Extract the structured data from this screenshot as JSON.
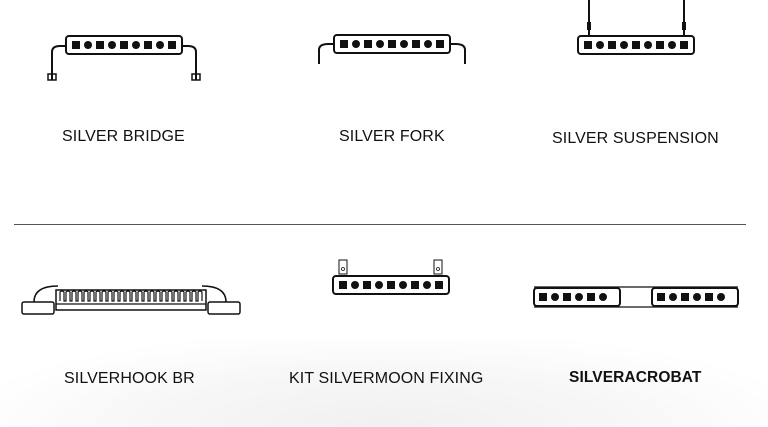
{
  "products": [
    {
      "name": "SILVER BRIDGE",
      "icon": "bridge-bar-icon"
    },
    {
      "name": "SILVER FORK",
      "icon": "fork-bar-icon"
    },
    {
      "name": "SILVER SUSPENSION",
      "icon": "suspension-bar-icon"
    },
    {
      "name": "SILVERHOOK BR",
      "icon": "hook-bar-icon"
    },
    {
      "name": "KIT SILVERMOON FIXING",
      "icon": "moon-fixing-bar-icon"
    },
    {
      "name": "SILVERACROBAT",
      "icon": "acrobat-bar-icon"
    }
  ]
}
